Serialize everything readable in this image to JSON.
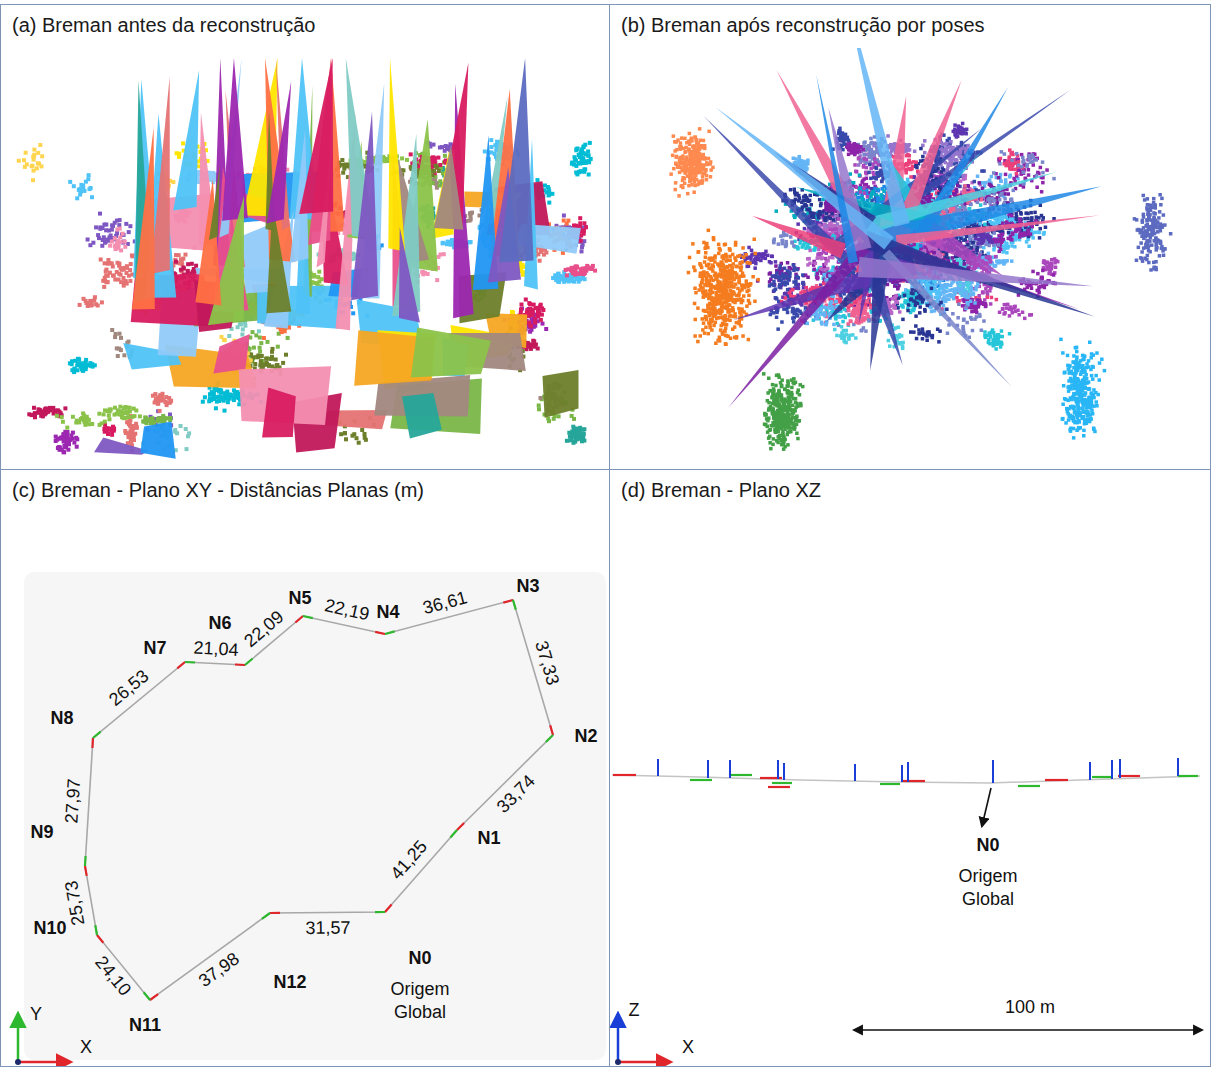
{
  "diagram": {
    "nodes": [
      {
        "text": [
          "(a) Breman antes da reconstrução"
        ]
      },
      {
        "text": [
          "(b) Breman após reconstrução por poses"
        ]
      },
      {
        "text": [
          "(c) Breman - Plano XY - Distâncias Planas (m)"
        ]
      },
      {
        "text": [
          "(d) Breman - Plano XZ"
        ]
      }
    ],
    "labels": [
      "N5",
      "N4",
      "N3",
      "22,19",
      "36,61",
      "N6",
      "22,09",
      "N7",
      "21,04",
      "N8",
      "26,53",
      "37,33",
      "N2",
      "33,74",
      "27,97",
      "N9",
      "N1",
      "41,25",
      "25,73",
      "N10",
      "31,57",
      "N0",
      "Origem Global",
      "24,10",
      "N11",
      "37,98",
      "N12",
      "Y",
      "X",
      "N0",
      "Origem Global",
      "Z",
      "X",
      "100 m"
    ]
  }
}
